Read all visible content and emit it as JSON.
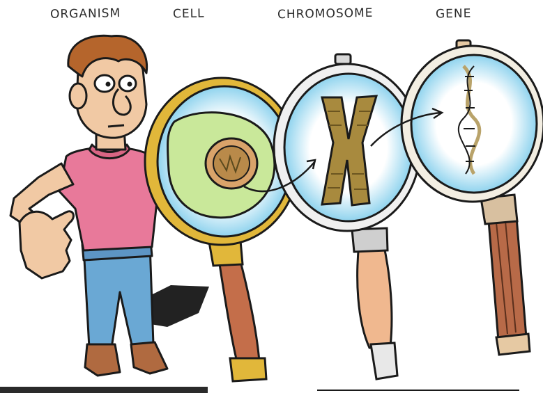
{
  "labels": {
    "organism": "ORGANISM",
    "cell": "CELL",
    "chromosome": "CHROMOSOME",
    "gene": "GENE"
  },
  "colors": {
    "outline": "#1a1a1a",
    "shirt": "#e8799a",
    "jeans": "#6aa8d4",
    "skin": "#f1c9a4",
    "hair": "#b5652c",
    "cell_body": "#c9e89a",
    "nucleus": "#d9a36a",
    "lens_blue": "#8fd3ee",
    "handle_wood": "#c46e4a",
    "brass": "#e1b73a",
    "dna": "#b9a36a"
  }
}
